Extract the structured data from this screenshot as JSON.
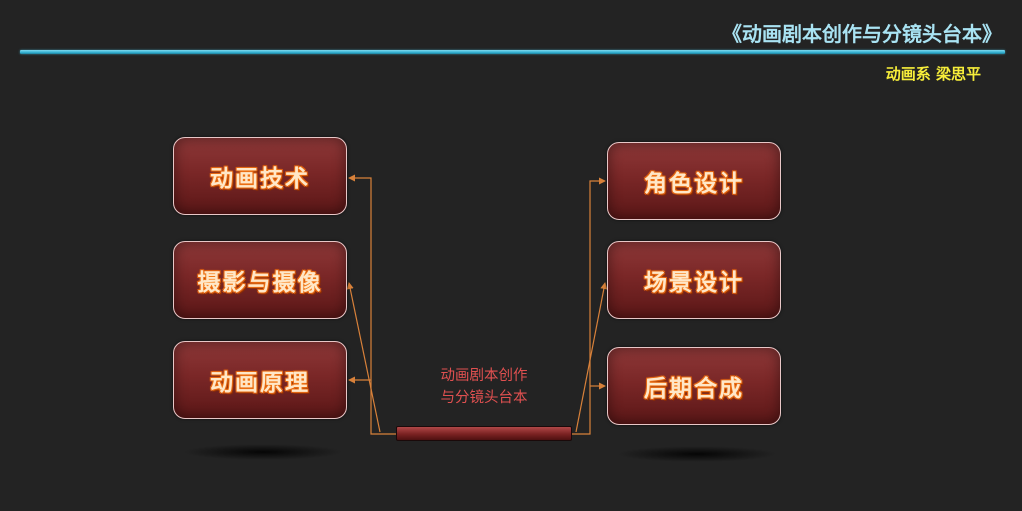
{
  "header": {
    "title": "《动画剧本创作与分镜头台本》",
    "author": "动画系 梁思平"
  },
  "center": {
    "line1": "动画剧本创作",
    "line2": "与分镜头台本"
  },
  "left_items": [
    {
      "label": "动画技术"
    },
    {
      "label": "摄影与摄像"
    },
    {
      "label": "动画原理"
    }
  ],
  "right_items": [
    {
      "label": "角色设计"
    },
    {
      "label": "场景设计"
    },
    {
      "label": "后期合成"
    }
  ],
  "colors": {
    "background": "#232323",
    "title": "#a9e3f3",
    "author": "#f7ee3a",
    "connector": "#d8813a",
    "center_text": "#e05050"
  }
}
